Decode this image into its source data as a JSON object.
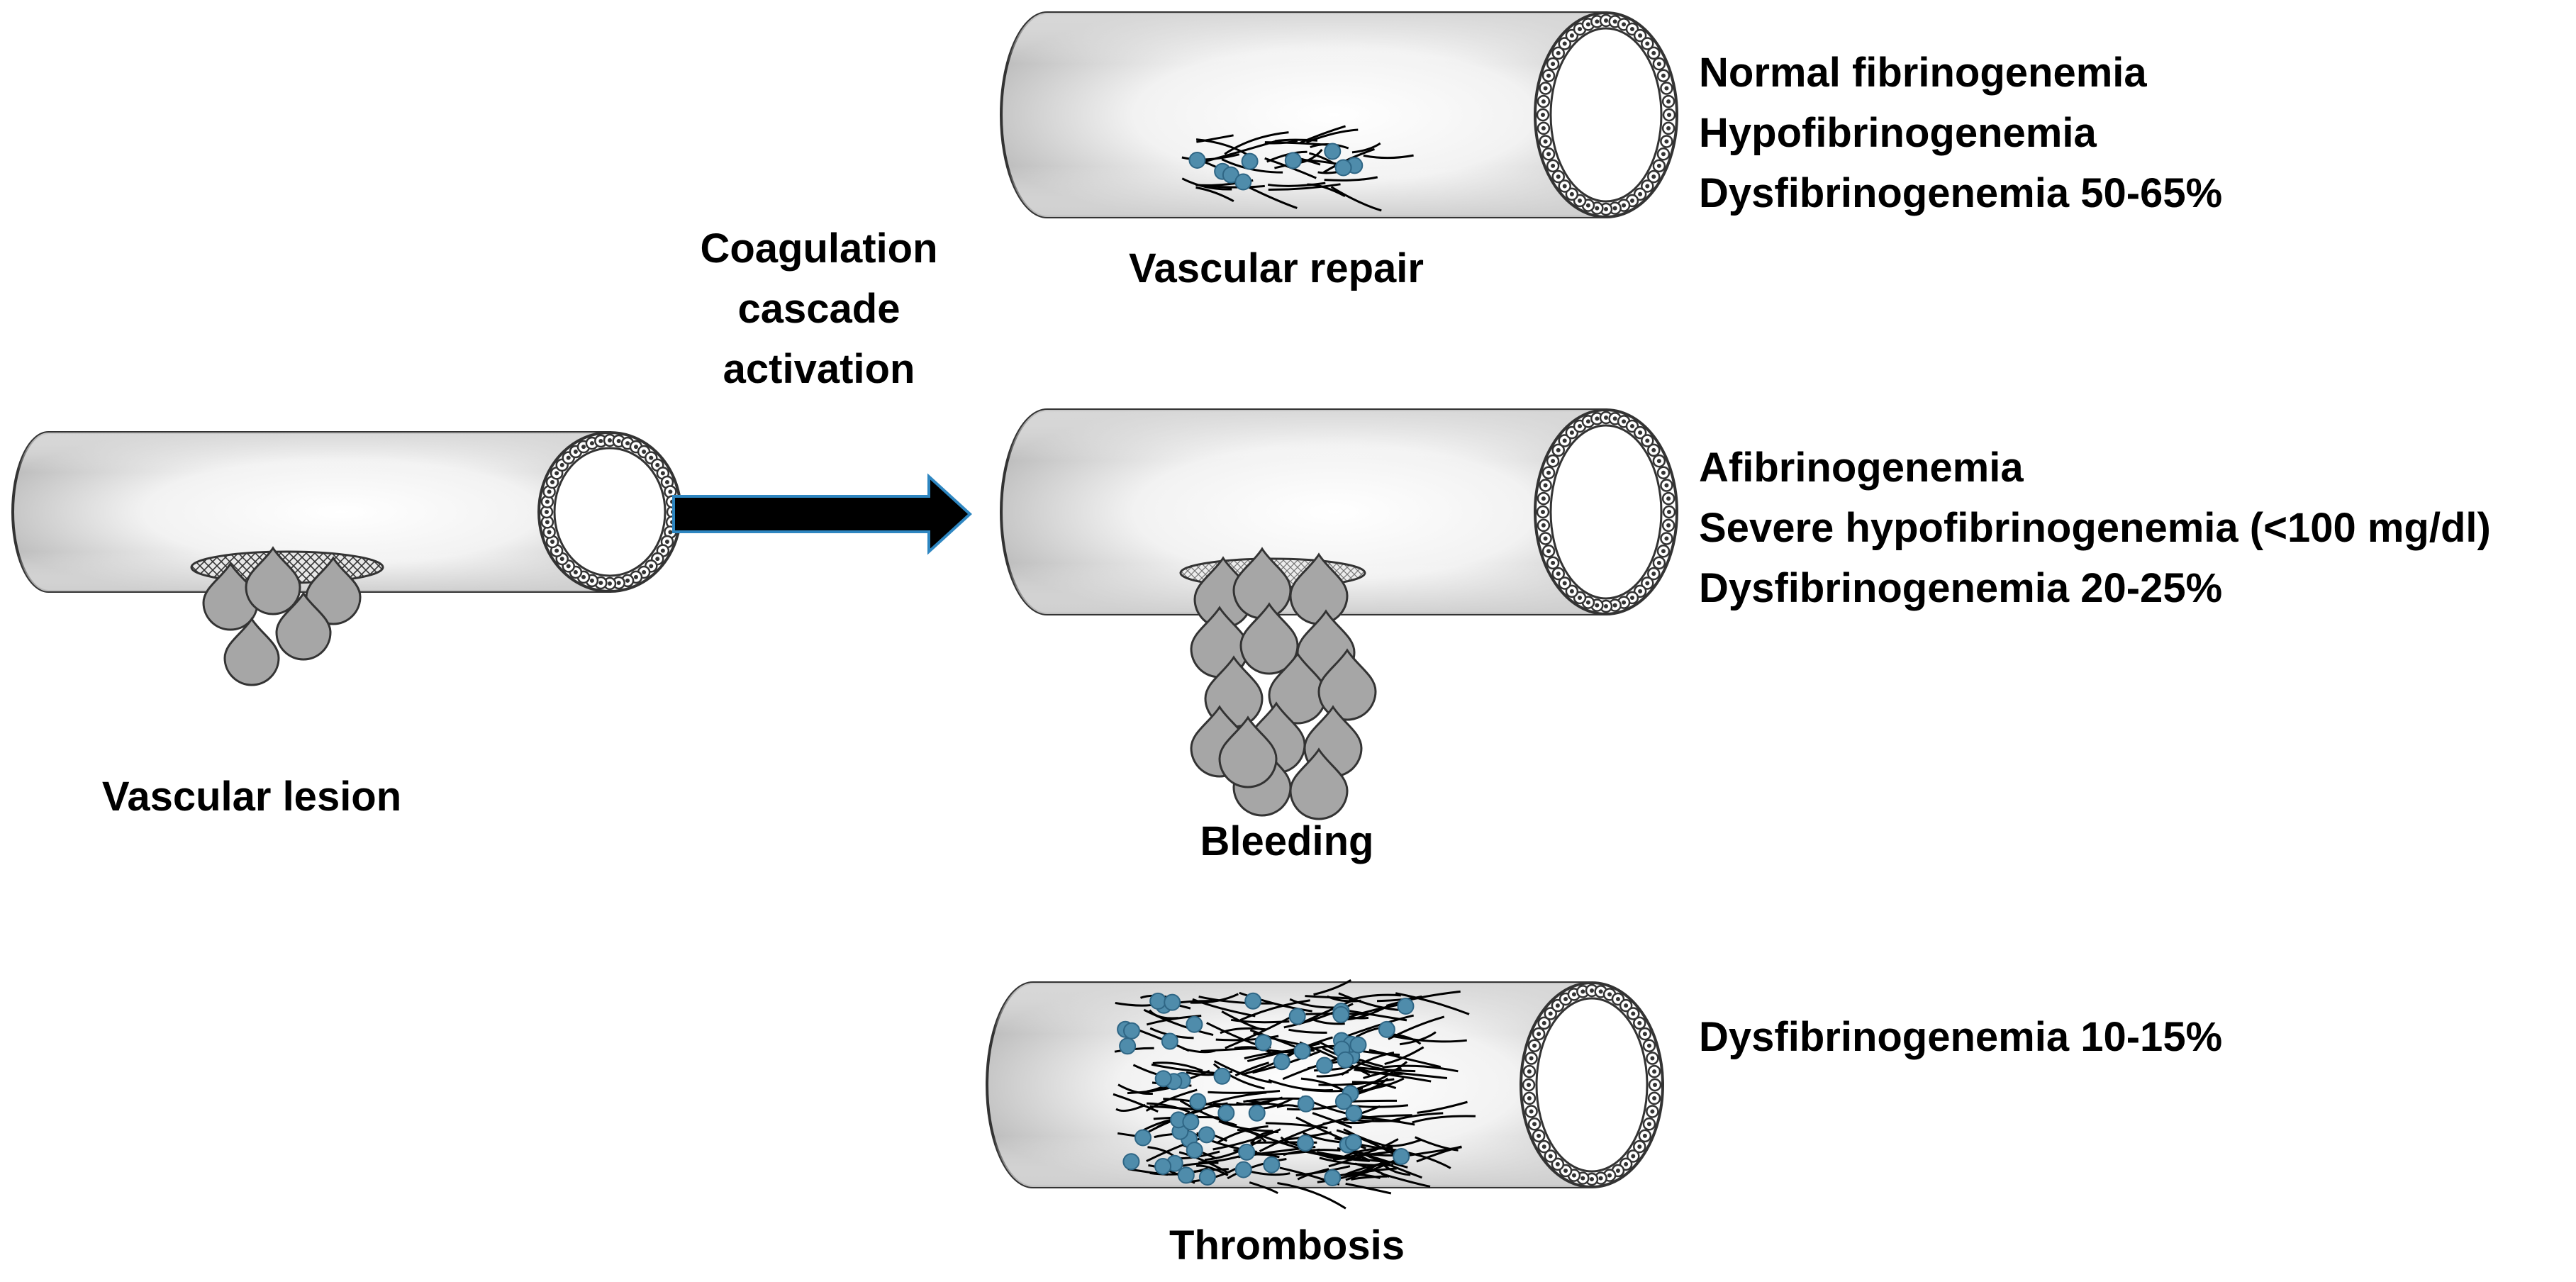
{
  "labels": {
    "vascular_lesion": "Vascular lesion",
    "coagulation": [
      "Coagulation",
      "cascade",
      "activation"
    ],
    "vascular_repair": "Vascular repair",
    "bleeding": "Bleeding",
    "thrombosis": "Thrombosis"
  },
  "conditions": {
    "repair": [
      "Normal fibrinogenemia",
      "Hypofibrinogenemia",
      "Dysfibrinogenemia 50-65%"
    ],
    "bleeding": [
      "Afibrinogenemia",
      "Severe hypofibrinogenemia (<100 mg/dl)",
      "Dysfibrinogenemia 20-25%"
    ],
    "thrombosis": [
      "Dysfibrinogenemia 10-15%"
    ]
  },
  "colors": {
    "vessel_light": "#ffffff",
    "vessel_dark": "#c8c8c8",
    "drop_fill": "#a6a6a6",
    "platelet_blue": "#4f8cab",
    "arrow": "#000000",
    "arrow_outline": "#2e86c1"
  }
}
